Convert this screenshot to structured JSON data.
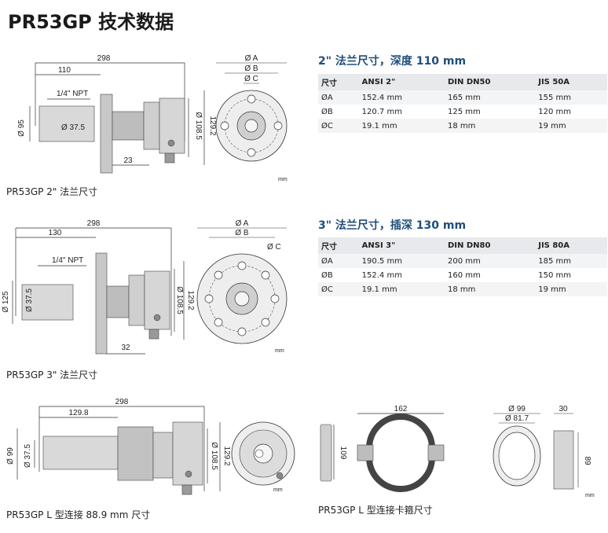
{
  "title": "PR53GP 技术数据",
  "section1": {
    "caption": "PR53GP 2\" 法兰尺寸",
    "table_title": "2\" 法兰尺寸，深度 110 mm",
    "headers": [
      "尺寸",
      "ANSI 2\"",
      "DIN DN50",
      "JIS 50A"
    ],
    "rows": [
      [
        "ØA",
        "152.4 mm",
        "165 mm",
        "155 mm"
      ],
      [
        "ØB",
        "120.7 mm",
        "125 mm",
        "120 mm"
      ],
      [
        "ØC",
        "19.1 mm",
        "18 mm",
        "19 mm"
      ]
    ],
    "dims": {
      "overall": "298",
      "depth": "110",
      "npt": "1/4\" NPT",
      "dia95": "Ø 95",
      "dia375": "Ø 37.5",
      "d1085": "Ø 108.5",
      "d1292": "129.2",
      "len23": "23",
      "oa": "Ø A",
      "ob": "Ø B",
      "oc": "Ø C",
      "mm": "mm"
    }
  },
  "section2": {
    "caption": "PR53GP 3\" 法兰尺寸",
    "table_title": "3\" 法兰尺寸，插深 130 mm",
    "headers": [
      "尺寸",
      "ANSI 3\"",
      "DIN DN80",
      "JIS 80A"
    ],
    "rows": [
      [
        "ØA",
        "190.5 mm",
        "200 mm",
        "185 mm"
      ],
      [
        "ØB",
        "152.4 mm",
        "160 mm",
        "150 mm"
      ],
      [
        "ØC",
        "19.1 mm",
        "18 mm",
        "19 mm"
      ]
    ],
    "dims": {
      "overall": "298",
      "depth": "130",
      "npt": "1/4\" NPT",
      "dia125": "Ø 125",
      "dia375": "Ø 37.5",
      "d1085": "Ø 108.5",
      "d1292": "129.2",
      "len32": "32",
      "oa": "Ø A",
      "ob": "Ø B",
      "oc": "Ø C",
      "mm": "mm"
    }
  },
  "section3": {
    "caption": "PR53GP L 型连接 88.9 mm 尺寸",
    "dims": {
      "overall": "298",
      "depth": "129.8",
      "dia99": "Ø 99",
      "dia375": "Ø 37.5",
      "d1085": "Ø 108.5",
      "d1292": "129.2",
      "mm": "mm"
    }
  },
  "section4": {
    "caption": "PR53GP L 型连接卡箍尺寸",
    "dims": {
      "w162": "162",
      "h109": "109",
      "d99": "Ø 99",
      "d817": "Ø 81.7",
      "w30": "30",
      "h89": "89",
      "mm": "mm"
    }
  }
}
